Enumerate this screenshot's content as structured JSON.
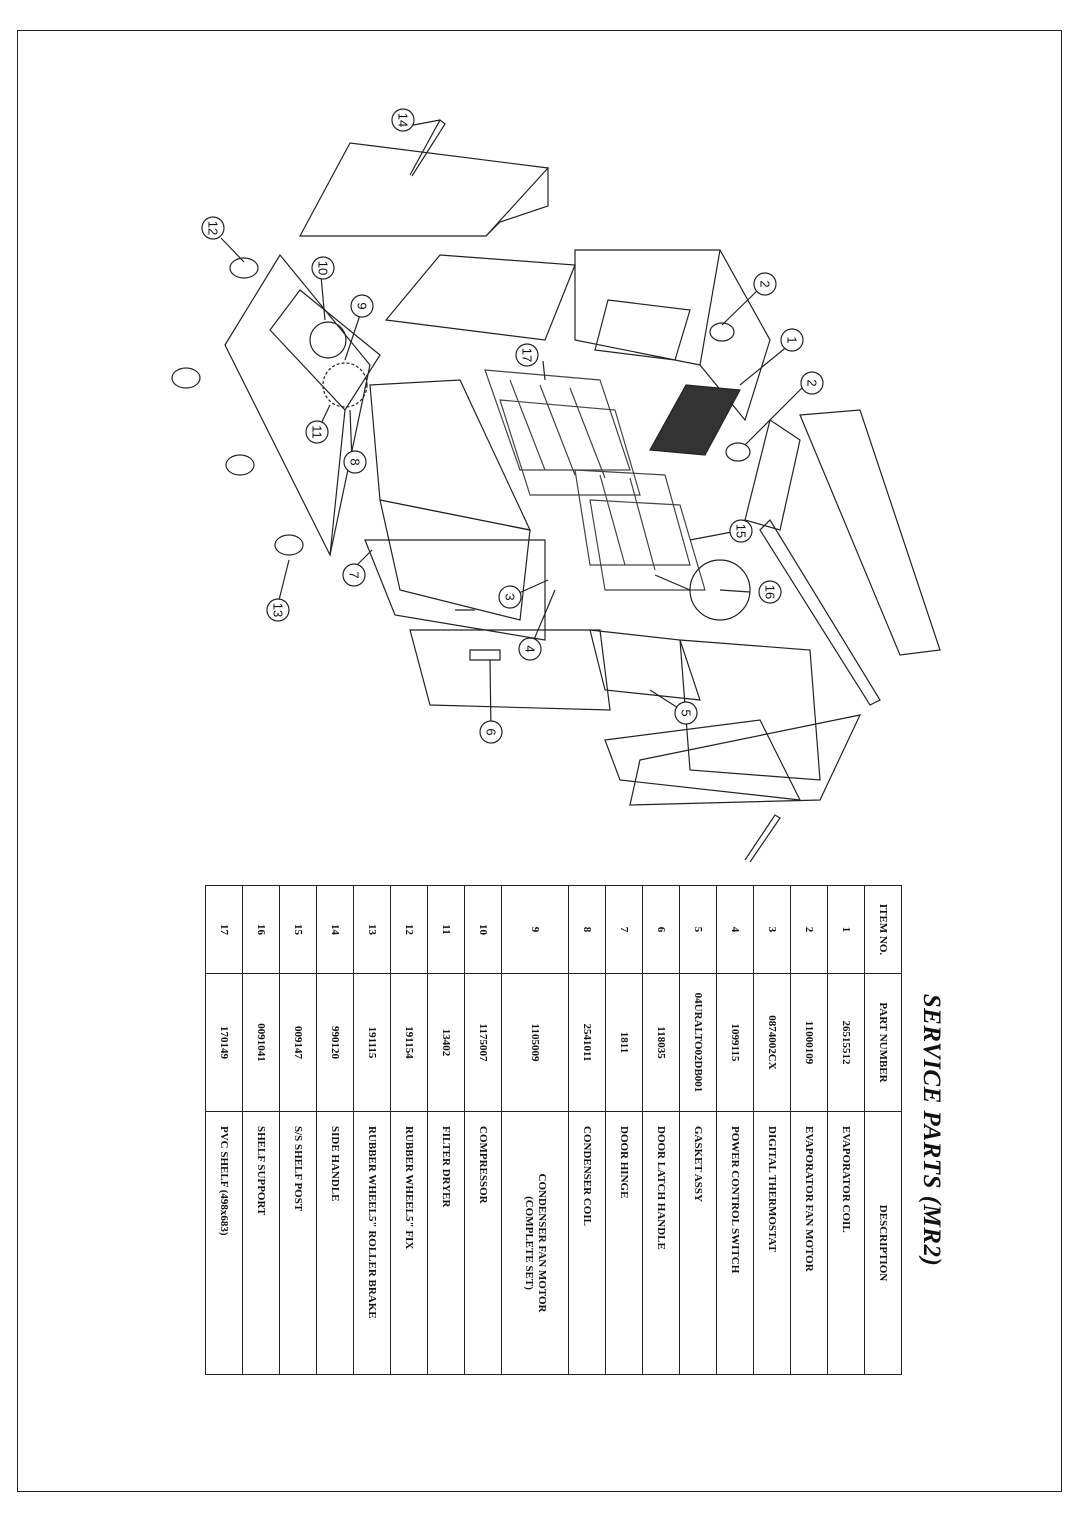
{
  "title": "SERVICE PARTS (MR2)",
  "table": {
    "headers": {
      "item": "ITEM NO.",
      "part": "PART NUMBER",
      "description": "DESCRIPTION"
    },
    "rows": [
      {
        "item": "1",
        "part": "26515512",
        "description": "EVAPORATOR COIL"
      },
      {
        "item": "2",
        "part": "11000109",
        "description": "EVAPORATOR FAN MOTOR"
      },
      {
        "item": "3",
        "part": "0874002CX",
        "description": "DIGITAL THERMOSTAT"
      },
      {
        "item": "4",
        "part": "1099115",
        "description": "POWER CONTROL SWITCH"
      },
      {
        "item": "5",
        "part": "04URALTO02DB001",
        "description": "GASKET ASSY"
      },
      {
        "item": "6",
        "part": "118035",
        "description": "DOOR LATCH HANDLE"
      },
      {
        "item": "7",
        "part": "1811",
        "description": "DOOR HINGE"
      },
      {
        "item": "8",
        "part": "2541011",
        "description": "CONDENSER COIL"
      },
      {
        "item": "9",
        "part": "1105009",
        "description": "CONDENSER FAN MOTOR",
        "description2": "(COMPLETE SET)"
      },
      {
        "item": "10",
        "part": "1175007",
        "description": "COMPRESSOR"
      },
      {
        "item": "11",
        "part": "13402",
        "description": "FILTER DRYER"
      },
      {
        "item": "12",
        "part": "191154",
        "description": "RUBBER  WHEEL5\" FIX"
      },
      {
        "item": "13",
        "part": "191115",
        "description": "RUBBER  WHEEL5\" ROLLER BRAKE"
      },
      {
        "item": "14",
        "part": "990120",
        "description": "SIDE HANDLE"
      },
      {
        "item": "15",
        "part": "009147",
        "description": "S/S SHELF POST"
      },
      {
        "item": "16",
        "part": "0091041",
        "description": "SHELF SUPPORT"
      },
      {
        "item": "17",
        "part": "170149",
        "description": "PVC SHELF (498x683)"
      }
    ]
  },
  "callouts": {
    "c1": "1",
    "c2a": "2",
    "c2b": "2",
    "c3": "3",
    "c4": "4",
    "c5": "5",
    "c6": "6",
    "c7": "7",
    "c8": "8",
    "c9": "9",
    "c10": "10",
    "c11": "11",
    "c12": "12",
    "c13": "13",
    "c14": "14",
    "c15": "15",
    "c16": "16",
    "c17": "17"
  }
}
